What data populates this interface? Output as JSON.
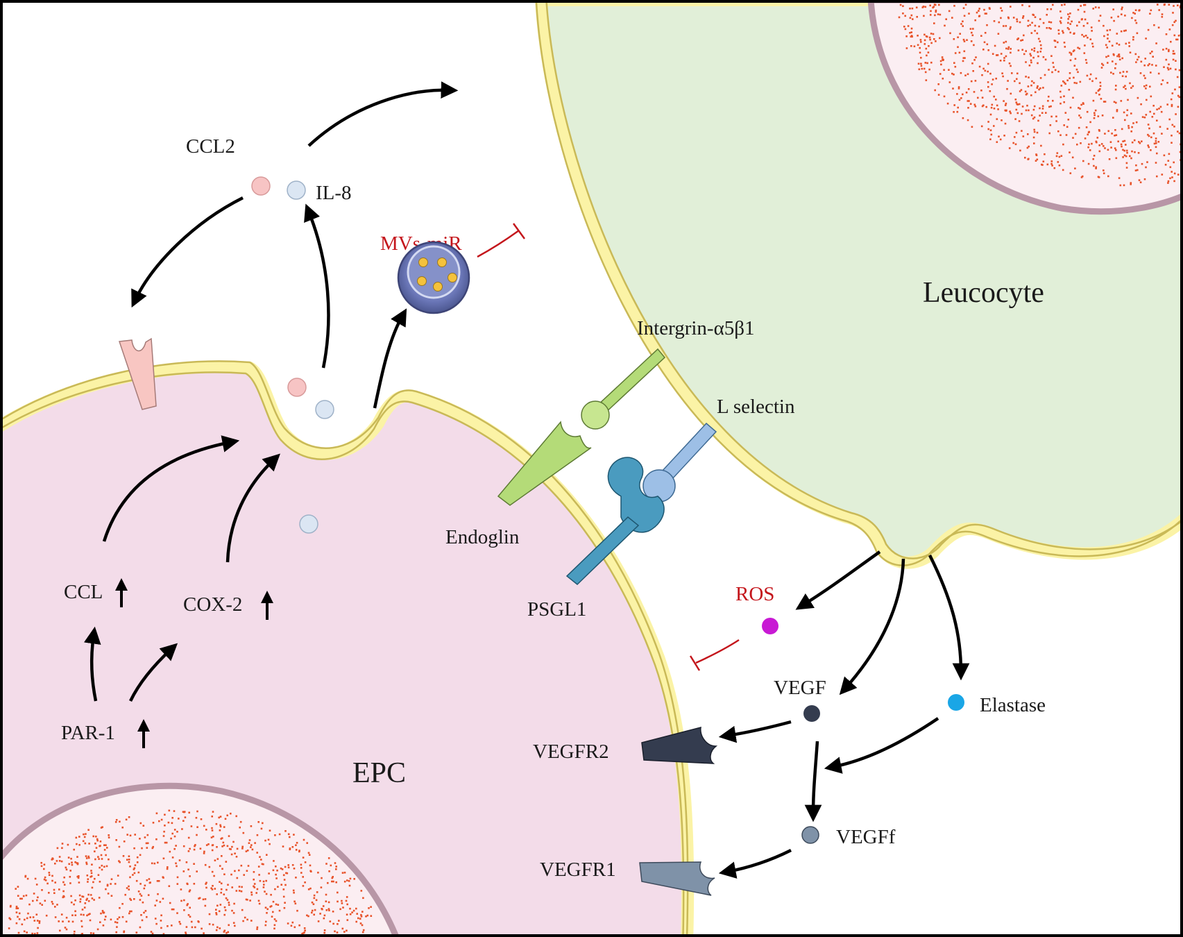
{
  "labels": {
    "ccl2": "CCL2",
    "il8": "IL-8",
    "mvs_mir": "MVs-miR",
    "leucocyte": "Leucocyte",
    "integrin": "Intergrin-α5β1",
    "l_selectin": "L selectin",
    "endoglin": "Endoglin",
    "psgl1": "PSGL1",
    "ccl": "CCL",
    "cox2": "COX-2",
    "par1": "PAR-1",
    "epc": "EPC",
    "ros": "ROS",
    "vegf": "VEGF",
    "elastase": "Elastase",
    "vegfr2": "VEGFR2",
    "vegff": "VEGFf",
    "vegfr1": "VEGFR1"
  },
  "colors": {
    "epc_fill": "#f3dce9",
    "leucocyte_fill": "#e1efd8",
    "membrane": "#fbf3a6",
    "membrane_edge": "#c9b957",
    "nucleus_fill": "#fbeef2",
    "nucleus_envelope": "#b896a6",
    "chromatin": "#e8532a",
    "ccl2_ball": "#f7c4c4",
    "il8_ball": "#dbe6f3",
    "ros_ball": "#c81ad4",
    "vegf_ball": "#343c4f",
    "vegff_ball": "#7f92a8",
    "elastase_ball": "#1aa6e6",
    "inhibition": "#c4161c",
    "endoglin": "#b4db78",
    "l_selectin": "#9dbfe6",
    "psgl1": "#4a9bbf",
    "vegfr2": "#343c4f",
    "vegfr1": "#7f92a8",
    "ccl2_receptor": "#f8c6c2"
  }
}
